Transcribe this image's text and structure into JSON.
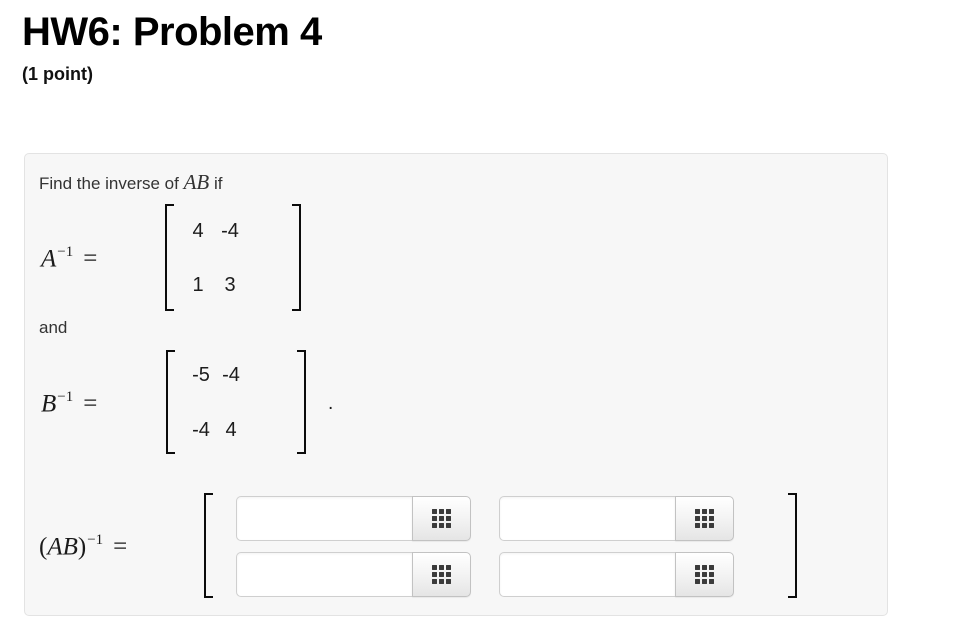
{
  "header": {
    "title": "HW6: Problem 4",
    "points": "(1 point)"
  },
  "problem": {
    "intro": {
      "before": "Find the inverse of ",
      "math": "AB",
      "after": " if"
    },
    "and_text": "and",
    "trailing_period": ".",
    "matrix_a": {
      "label": {
        "var": "A",
        "sup": "−1",
        "equals": "="
      },
      "rows": [
        [
          "4",
          "-4"
        ],
        [
          "1",
          "3"
        ]
      ]
    },
    "matrix_b": {
      "label": {
        "var": "B",
        "sup": "−1",
        "equals": "="
      },
      "rows": [
        [
          "-5",
          "-4"
        ],
        [
          "-4",
          "4"
        ]
      ]
    },
    "answer": {
      "label": {
        "open": "(",
        "vars": "AB",
        "close": ")",
        "sup": "−1",
        "equals": "="
      },
      "inputs": [
        {
          "row": 1,
          "col": 1,
          "value": "",
          "placeholder": ""
        },
        {
          "row": 1,
          "col": 2,
          "value": "",
          "placeholder": ""
        },
        {
          "row": 2,
          "col": 1,
          "value": "",
          "placeholder": ""
        },
        {
          "row": 2,
          "col": 2,
          "value": "",
          "placeholder": ""
        }
      ]
    }
  },
  "icons": {
    "equation_editor": "grid-3x3-icon"
  },
  "colors": {
    "panel_bg": "#f7f7f7",
    "panel_border": "#e3e3e3",
    "text": "#2b2b2b",
    "bracket": "#0c0c0c",
    "icon": "#3b3b3b",
    "input_border": "#cfcfcf"
  }
}
